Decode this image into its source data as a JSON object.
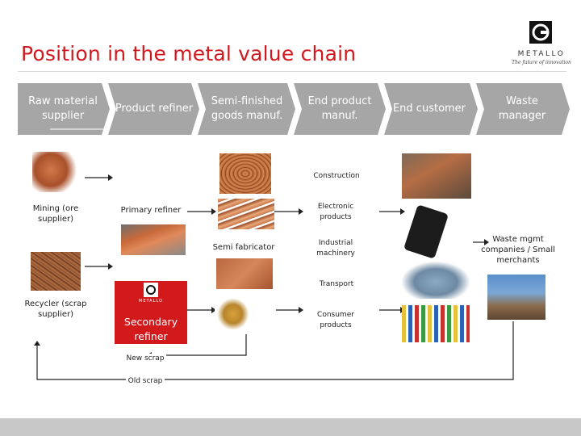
{
  "title": "Position in the metal value chain",
  "logo": {
    "name": "METALLO",
    "tagline": "The future of innovation"
  },
  "stages": [
    {
      "label": "Raw material supplier"
    },
    {
      "label": "Product refiner"
    },
    {
      "label": "Semi-finished goods manuf."
    },
    {
      "label": "End product manuf."
    },
    {
      "label": "End customer"
    },
    {
      "label": "Waste manager"
    }
  ],
  "stage_color": "#a6a6a6",
  "accent_color": "#d2191c",
  "nodes": {
    "mining": "Mining (ore supplier)",
    "recycler": "Recycler (scrap supplier)",
    "primary_refiner": "Primary refiner",
    "secondary_refiner": "Secondary refiner",
    "semi_fabricator": "Semi fabricator",
    "construction": "Construction",
    "electronic": "Electronic products",
    "industrial": "Industrial machinery",
    "transport": "Transport",
    "consumer": "Consumer products",
    "waste": "Waste mgmt companies / Small merchants",
    "new_scrap": "New scrap",
    "old_scrap": "Old scrap"
  },
  "secondary_logo_text": "METALLO"
}
